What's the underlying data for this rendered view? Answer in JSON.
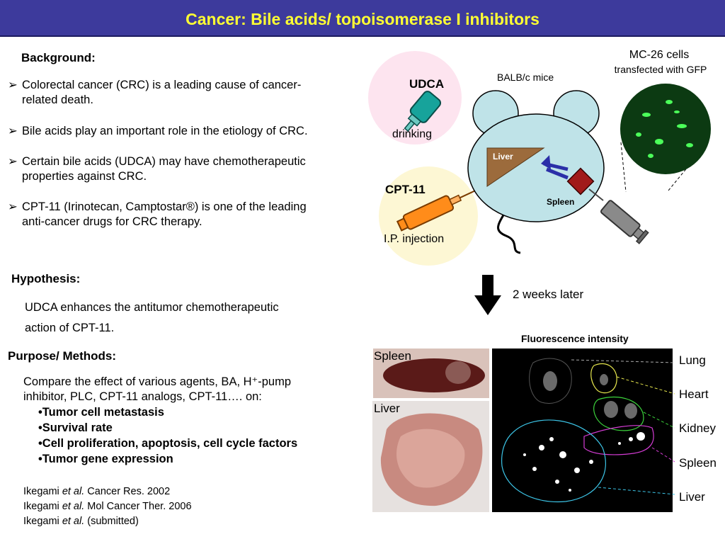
{
  "title": "Cancer: Bile acids/ topoisomerase I inhibitors",
  "background": {
    "heading": "Background:",
    "bullets": [
      "Colorectal cancer (CRC) is a leading cause of cancer-related death.",
      "Bile acids play an important role in the etiology of CRC.",
      "Certain bile acids (UDCA) may have chemotherapeutic properties against CRC.",
      "CPT-11 (Irinotecan, Camptostar®) is one of the leading anti-cancer drugs for CRC therapy."
    ],
    "bullet_lines": [
      [
        "Colorectal cancer (CRC) is a leading cause of cancer-",
        "related death."
      ],
      [
        "Bile acids play an important role in the etiology of CRC."
      ],
      [
        "Certain bile acids (UDCA) may have chemotherapeutic",
        "properties against CRC."
      ],
      [
        "CPT-11 (Irinotecan, Camptostar®) is one of the leading",
        "anti-cancer drugs for CRC therapy."
      ]
    ]
  },
  "hypothesis": {
    "heading": "Hypothesis:",
    "lines": [
      "UDCA enhances the antitumor chemotherapeutic",
      "action of CPT-11."
    ]
  },
  "purpose": {
    "heading": "Purpose/ Methods:",
    "intro_lines": [
      "Compare the effect of various agents, BA, H⁺-pump",
      "inhibitor, PLC, CPT-11 analogs, CPT-11…. on:"
    ],
    "items": [
      "Tumor cell metastasis",
      "Survival rate",
      "Cell proliferation, apoptosis, cell cycle factors",
      "Tumor gene expression"
    ]
  },
  "references": [
    {
      "author": "Ikegami ",
      "etal": "et al.",
      "source": " Cancer Res. 2002"
    },
    {
      "author": "Ikegami ",
      "etal": "et al.",
      "source": " Mol Cancer Ther. 2006"
    },
    {
      "author": "Ikegami ",
      "etal": "et al.",
      "source": " (submitted)"
    }
  ],
  "diagram": {
    "udca_label": "UDCA",
    "drinking_label": "drinking",
    "cpt11_label": "CPT-11",
    "injection_label": "I.P. injection",
    "mice_label": "BALB/c mice",
    "liver_label": "Liver",
    "spleen_label": "Spleen",
    "cells_label": "MC-26 cells",
    "cells_sub": "transfected with GFP",
    "arrow_label": "2 weeks later"
  },
  "results": {
    "fluorescence_title": "Fluorescence intensity",
    "photo_labels": [
      "Spleen",
      "Liver"
    ],
    "organ_labels": [
      "Lung",
      "Heart",
      "Kidney",
      "Spleen",
      "Liver"
    ]
  },
  "colors": {
    "title_bg": "#3d3a9c",
    "title_text": "#ffff33",
    "udca_circle": "#fde4ef",
    "cpt11_circle": "#fdf7d4",
    "mouse_body": "#bfe3e8",
    "liver_shape": "#9c6b3c",
    "spleen_shape": "#a11a1a"
  },
  "icons": [
    "bullet-arrow-icon",
    "bottle-icon",
    "syringe-icon",
    "down-arrow-icon"
  ]
}
